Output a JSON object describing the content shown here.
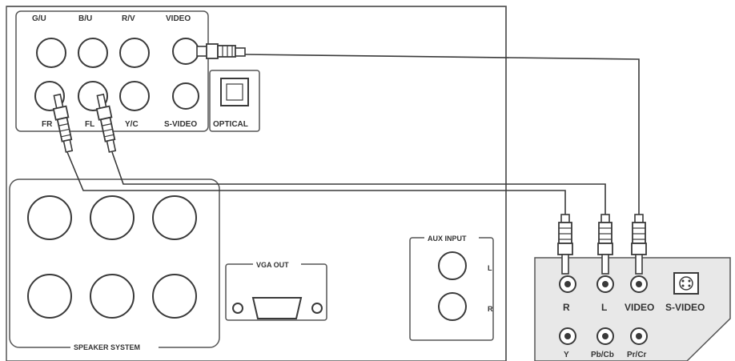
{
  "colors": {
    "ink": "#3a3a3a",
    "panel": "#e8e8e8",
    "background": "#ffffff"
  },
  "player": {
    "top_labels": [
      "G/U",
      "B/U",
      "R/V",
      "VIDEO"
    ],
    "bottom_labels": [
      "FR",
      "FL",
      "Y/C",
      "S-VIDEO"
    ],
    "optical_label": "OPTICAL",
    "speaker_label": "SPEAKER SYSTEM",
    "vga_label": "VGA OUT",
    "aux_label": "AUX INPUT",
    "aux_left": "L",
    "aux_right": "R"
  },
  "tv": {
    "r_label": "R",
    "l_label": "L",
    "video_label": "VIDEO",
    "svideo_label": "S-VIDEO",
    "y_label": "Y",
    "pb_label": "Pb/Cb",
    "pr_label": "Pr/Cr"
  },
  "icons": [
    "rca-plug-icon",
    "s-video-port-icon",
    "vga-port-icon",
    "optical-port-icon"
  ]
}
